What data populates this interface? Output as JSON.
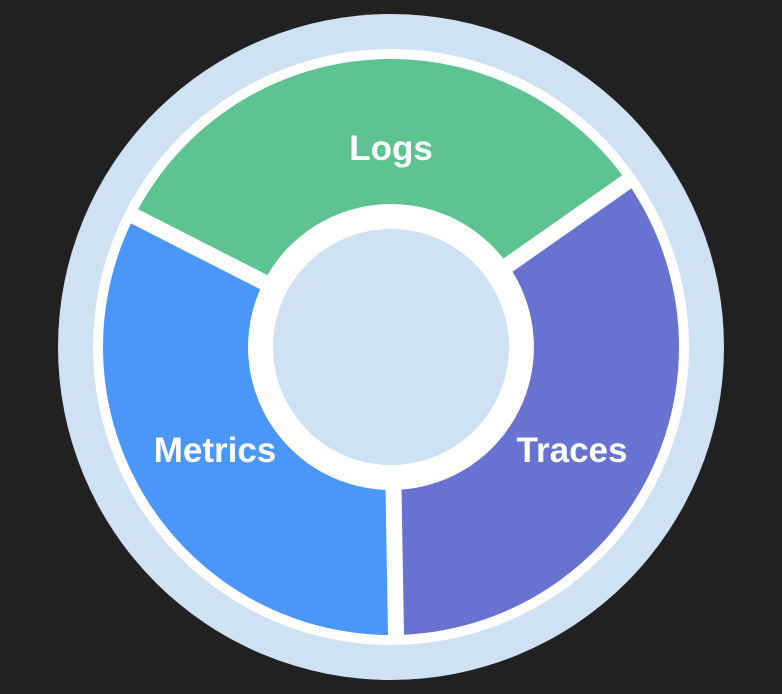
{
  "colors": {
    "background": "#212121",
    "outer_ring": "#cfe2f3",
    "gap": "#ffffff",
    "hub": "#cfe2f3"
  },
  "segments": [
    {
      "label": "Logs",
      "color": "#5cc391"
    },
    {
      "label": "Traces",
      "color": "#6872d0"
    },
    {
      "label": "Metrics",
      "color": "#4b96f9"
    }
  ]
}
